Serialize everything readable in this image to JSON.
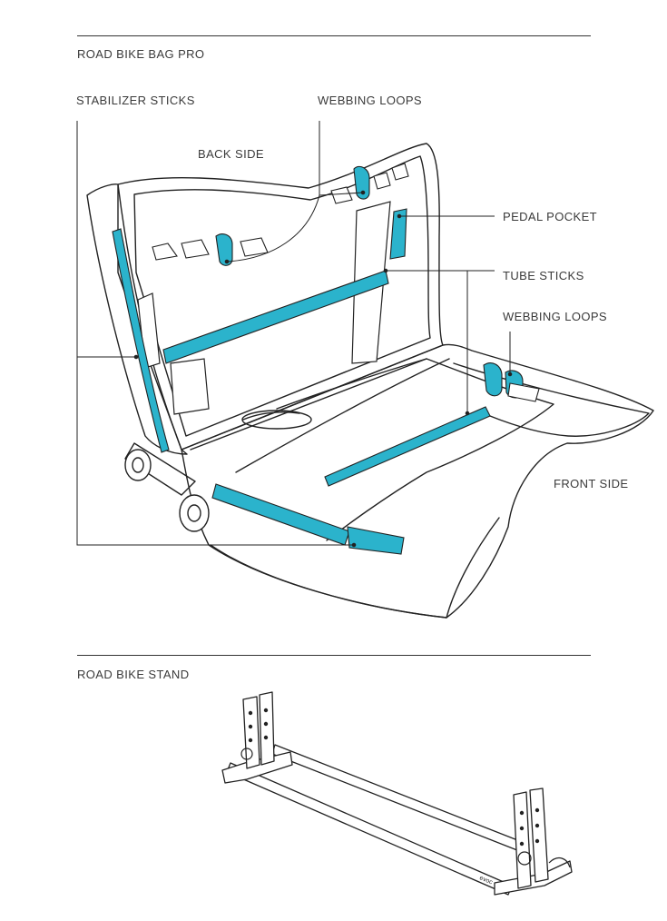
{
  "sections": {
    "bag": {
      "title": "ROAD BIKE BAG PRO"
    },
    "stand": {
      "title": "ROAD BIKE STAND"
    }
  },
  "callouts": {
    "stabilizer_sticks": "STABILIZER STICKS",
    "webbing_loops_top": "WEBBING LOOPS",
    "back_side": "BACK SIDE",
    "pedal_pocket": "PEDAL POCKET",
    "tube_sticks": "TUBE STICKS",
    "webbing_loops_right": "WEBBING LOOPS",
    "front_side": "FRONT SIDE"
  },
  "stand_brand": "evoc",
  "colors": {
    "accent": "#2bb3cc",
    "line": "#222222",
    "text": "#3a3a3a"
  }
}
